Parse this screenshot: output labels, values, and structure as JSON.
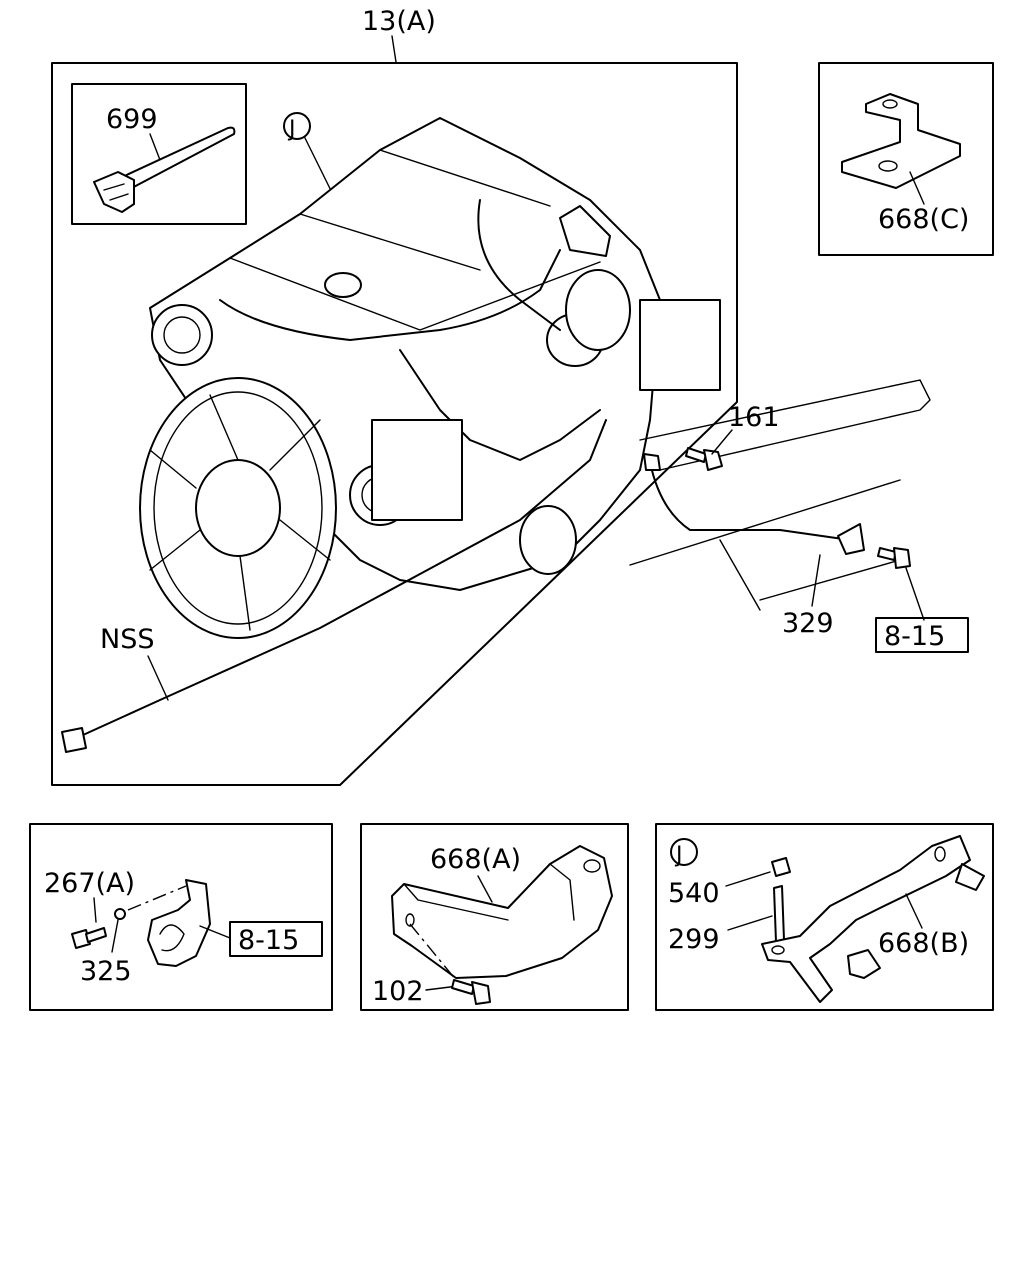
{
  "main_assembly": {
    "label": "13(A)",
    "callouts": {
      "tie": "699",
      "ref_j": "J",
      "nss": "NSS",
      "bolt_161": "161",
      "cable_329": "329",
      "ref_8_15": "8-15"
    }
  },
  "inset_c": {
    "bracket": "668(C)"
  },
  "inset_clip": {
    "bolt": "267(A)",
    "washer": "325",
    "ref": "8-15"
  },
  "inset_a": {
    "bracket": "668(A)",
    "bolt": "102"
  },
  "inset_j": {
    "ref": "J",
    "nut": "540",
    "stud": "299",
    "bracket": "668(B)"
  }
}
